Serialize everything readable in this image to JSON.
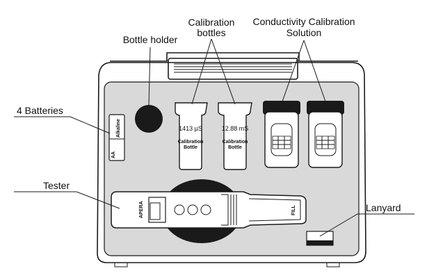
{
  "labels": {
    "batteries": "4 Batteries",
    "bottle_holder": "Bottle holder",
    "calibration_bottles_line1": "Calibration",
    "calibration_bottles_line2": "bottles",
    "conductivity_line1": "Conductivity Calibration",
    "conductivity_line2": "Solution",
    "tester": "Tester",
    "lanyard": "Lanyard"
  },
  "bottles": [
    {
      "value": "1413 µS",
      "line1": "Calibration",
      "line2": "Bottle"
    },
    {
      "value": "12.88 mS",
      "line1": "Calibration",
      "line2": "Bottle"
    }
  ],
  "battery_text": {
    "brand": "Alkaline",
    "size": "AA"
  },
  "tester_text": {
    "brand": "APERA",
    "fill": "FILL"
  }
}
